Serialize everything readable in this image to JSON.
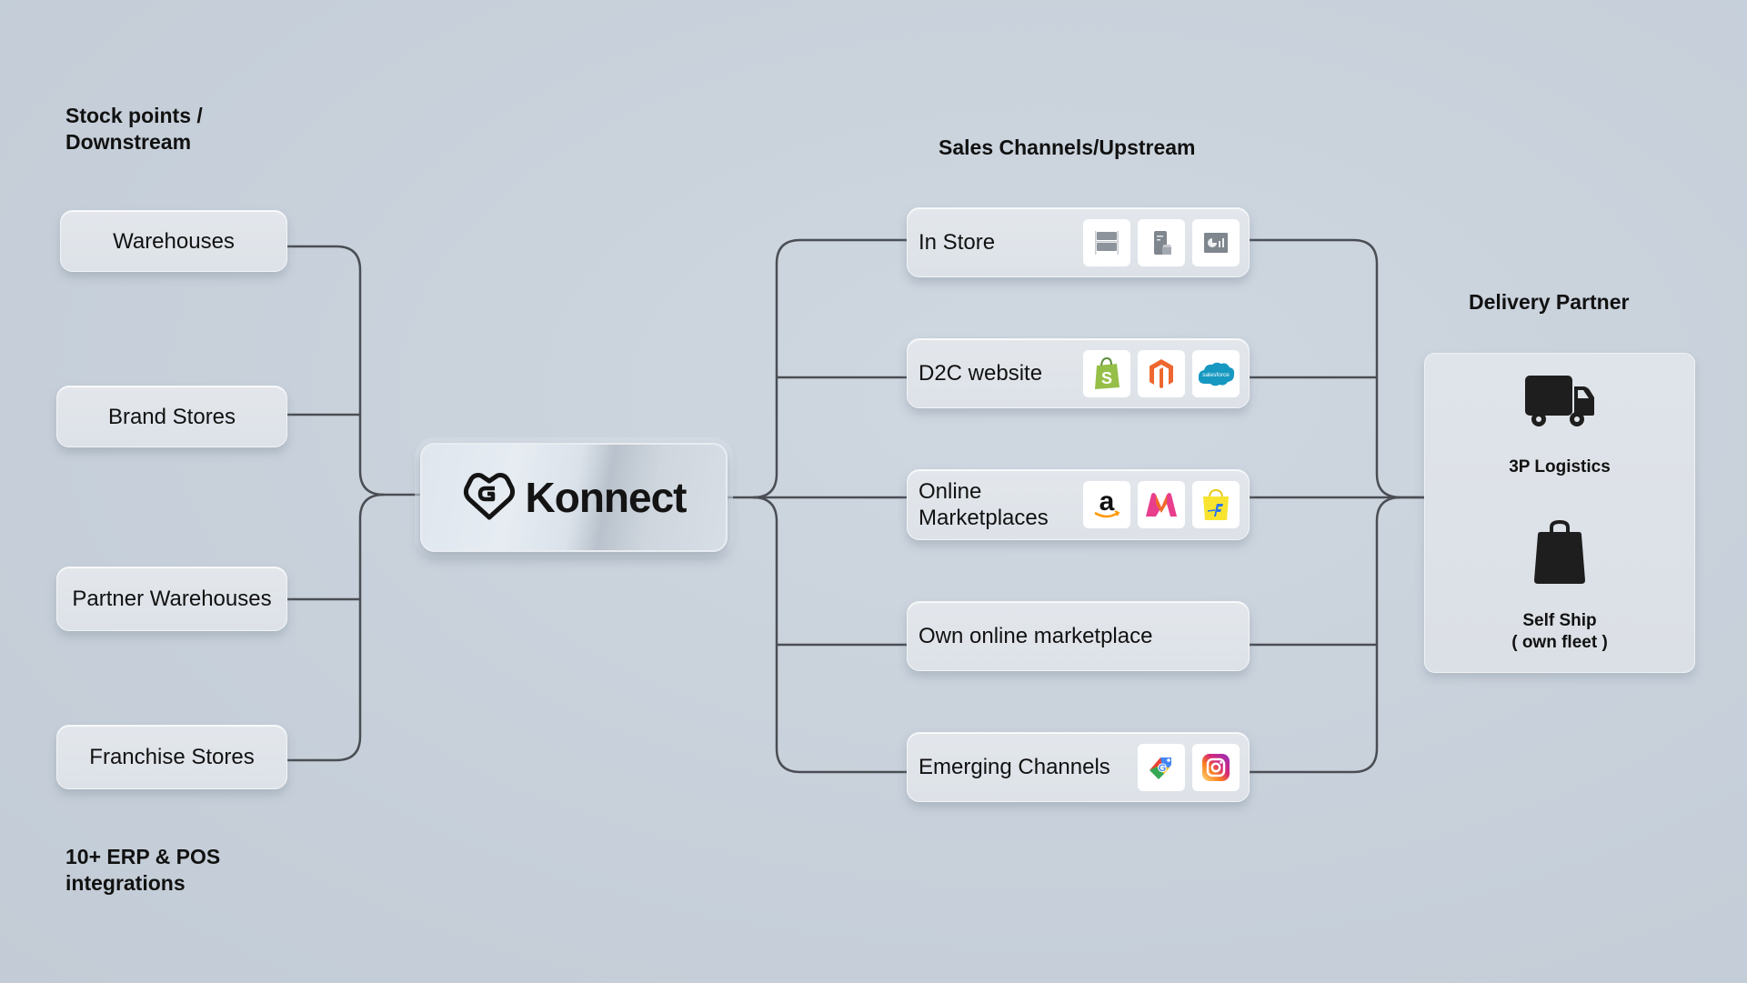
{
  "headings": {
    "downstream": [
      "Stock points /",
      "Downstream"
    ],
    "upstream": "Sales Channels/Upstream",
    "delivery": "Delivery Partner",
    "integrations": [
      "10+ ERP & POS",
      "integrations"
    ]
  },
  "center": {
    "brand": "Konnect",
    "logo_icon": "konnect-heart-logo"
  },
  "downstream_nodes": [
    {
      "label": "Warehouses"
    },
    {
      "label": "Brand Stores"
    },
    {
      "label": "Partner Warehouses"
    },
    {
      "label": "Franchise Stores"
    }
  ],
  "upstream_nodes": [
    {
      "label": "In Store",
      "icons": [
        "shelf-rack-icon",
        "mobile-pos-icon",
        "dashboard-chart-icon"
      ]
    },
    {
      "label": "D2C website",
      "icons": [
        "shopify-icon",
        "magento-icon",
        "salesforce-icon"
      ]
    },
    {
      "label": "Online Marketplaces",
      "label_lines": [
        "Online",
        "Marketplaces"
      ],
      "icons": [
        "amazon-icon",
        "myntra-icon",
        "flipkart-icon"
      ]
    },
    {
      "label": "Own online marketplace",
      "icons": []
    },
    {
      "label": "Emerging Channels",
      "icons": [
        "google-shopping-icon",
        "instagram-icon"
      ]
    }
  ],
  "delivery_partners": [
    {
      "label": "3P Logistics",
      "icon": "truck-icon"
    },
    {
      "label": "Self Ship",
      "sublabel": "( own fleet )",
      "icon": "shopping-bag-icon"
    }
  ],
  "colors": {
    "background": "#c9d2dc",
    "node": "#e0e5ea",
    "connector": "#4a4e54",
    "shopify": "#95bf47",
    "magento": "#ee672f",
    "salesforce": "#1798c1",
    "amazon_smile": "#ff9900",
    "flipkart_yellow": "#f8e42e",
    "flipkart_blue": "#2874f0"
  }
}
